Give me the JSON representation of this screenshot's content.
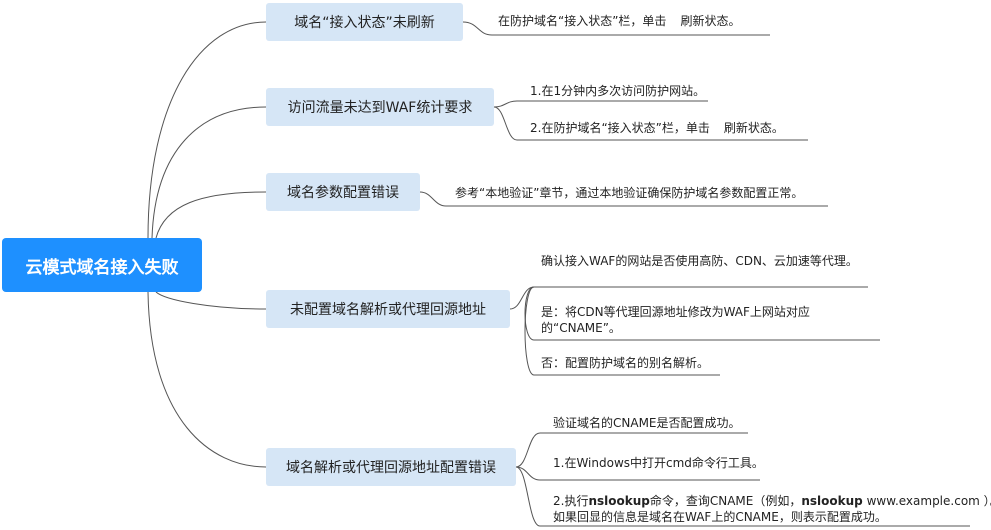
{
  "root": {
    "label": "云模式域名接入失败"
  },
  "branches": [
    {
      "label": "域名“接入状态”未刷新"
    },
    {
      "label": "访问流量未达到WAF统计要求"
    },
    {
      "label": "域名参数配置错误"
    },
    {
      "label": "未配置域名解析或代理回源地址"
    },
    {
      "label": "域名解析或代理回源地址配置错误"
    }
  ],
  "leaves": {
    "b1": [
      "在防护域名“接入状态”栏，单击",
      "刷新状态。"
    ],
    "b2": [
      "1.在1分钟内多次访问防护网站。",
      "2.在防护域名“接入状态”栏，单击",
      "刷新状态。"
    ],
    "b3": [
      "参考“本地验证”章节，通过本地验证确保防护域名参数配置正常。"
    ],
    "b4": [
      "确认接入WAF的网站是否使用高防、CDN、云加速等代理。",
      "是：将CDN等代理回源地址修改为WAF上网站对应",
      "的“CNAME”。",
      "否：配置防护域名的别名解析。"
    ],
    "b5": {
      "l1": "验证域名的CNAME是否配置成功。",
      "l2": "1.在Windows中打开cmd命令行工具。",
      "l3a": "2.执行",
      "l3b": "nslookup",
      "l3c": "命令，查询CNAME（例如，",
      "l3d": "nslookup",
      "l3e": " www.example.com ）。",
      "l4": "如果回显的信息是域名在WAF上的CNAME，则表示配置成功。"
    }
  },
  "colors": {
    "root": "#1e90ff",
    "branch": "#d6e6f6",
    "line": "#555555"
  }
}
